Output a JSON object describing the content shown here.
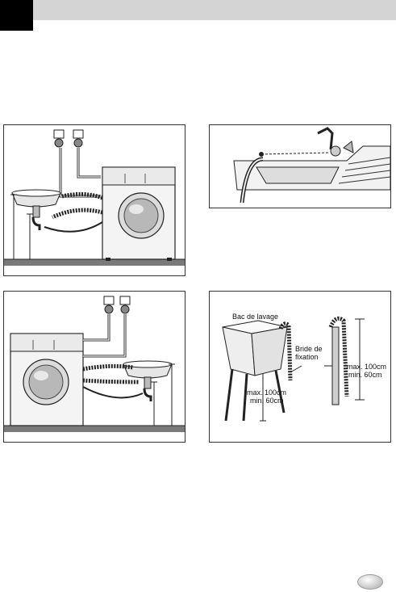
{
  "page": {
    "accent_gray": "#d4d4d4",
    "tab_color": "#000000"
  },
  "figures": {
    "fig_top_left": {},
    "fig_top_right": {},
    "fig_bottom_left": {},
    "fig_bottom_right": {
      "tub_label": "Bac de lavage",
      "clamp_label_line1": "Bride de",
      "clamp_label_line2": "fixation",
      "tub_height_line1": "max. 100cm",
      "tub_height_line2": "min. 60cm",
      "pipe_height_line1": "max. 100cm",
      "pipe_height_line2": "min. 60cm"
    }
  },
  "footer": {
    "page_badge_icon": "page-number-oval"
  }
}
